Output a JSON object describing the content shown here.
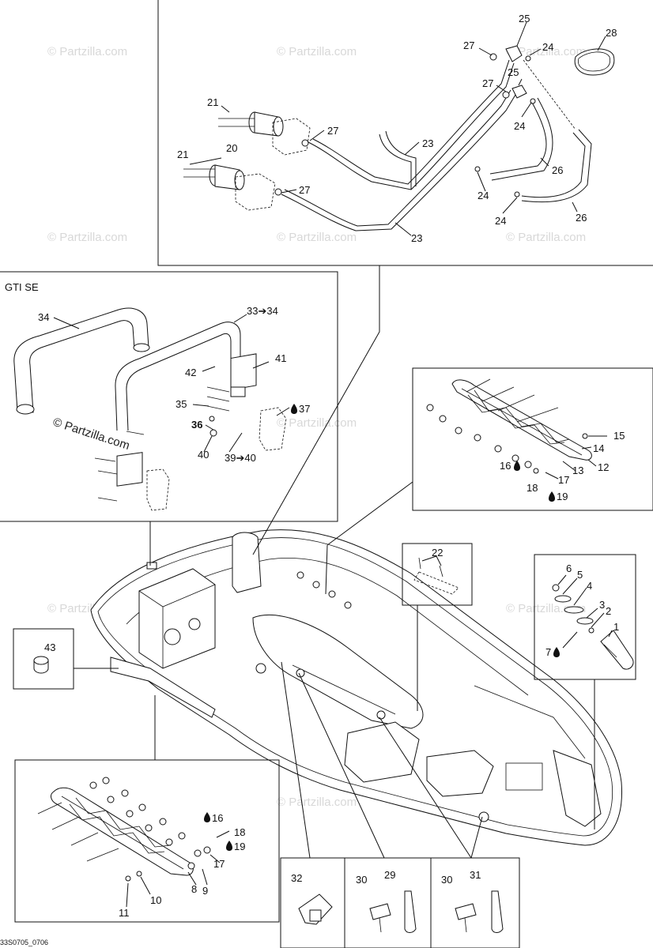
{
  "diagram": {
    "section_title": "GTI SE",
    "watermark": "© Partzilla.com",
    "footer_code": "33S0705_0706",
    "labels": {
      "n1": "1",
      "n2": "2",
      "n3": "3",
      "n4": "4",
      "n5": "5",
      "n6": "6",
      "n7": "7",
      "n8": "8",
      "n9": "9",
      "n10": "10",
      "n11": "11",
      "n12": "12",
      "n13": "13",
      "n14": "14",
      "n15": "15",
      "n16a": "16",
      "n16b": "16",
      "n17a": "17",
      "n17b": "17",
      "n18a": "18",
      "n18b": "18",
      "n19a": "19",
      "n19b": "19",
      "n20": "20",
      "n21a": "21",
      "n21b": "21",
      "n22": "22",
      "n23a": "23",
      "n23b": "23",
      "n24a": "24",
      "n24b": "24",
      "n24c": "24",
      "n24d": "24",
      "n25a": "25",
      "n25b": "25",
      "n26a": "26",
      "n26b": "26",
      "n27a": "27",
      "n27b": "27",
      "n27c": "27",
      "n27d": "27",
      "n28": "28",
      "n29": "29",
      "n30a": "30",
      "n30b": "30",
      "n31": "31",
      "n32": "32",
      "n33": "33➔34",
      "n34": "34",
      "n35": "35",
      "n36": "36",
      "n37": "37",
      "n39": "39➔40",
      "n40": "40",
      "n41": "41",
      "n42": "42",
      "n43": "43"
    }
  }
}
